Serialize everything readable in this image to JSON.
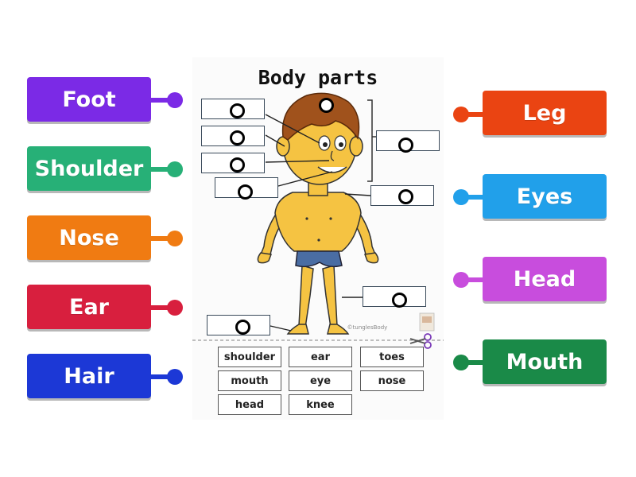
{
  "worksheet": {
    "title": "Body parts",
    "credit": "©tunglesBody",
    "words": [
      "shoulder",
      "ear",
      "toes",
      "mouth",
      "eye",
      "nose",
      "head",
      "knee"
    ]
  },
  "left_tiles": [
    {
      "label": "Foot",
      "color": "#7b2ae6"
    },
    {
      "label": "Shoulder",
      "color": "#27b077"
    },
    {
      "label": "Nose",
      "color": "#f07b12"
    },
    {
      "label": "Ear",
      "color": "#d81f3e"
    },
    {
      "label": "Hair",
      "color": "#1c38d6"
    }
  ],
  "right_tiles": [
    {
      "label": "Leg",
      "color": "#ea4412"
    },
    {
      "label": "Eyes",
      "color": "#21a0ea"
    },
    {
      "label": "Head",
      "color": "#c84ddd"
    },
    {
      "label": "Mouth",
      "color": "#1a8a48"
    }
  ],
  "icons": {
    "scissors": "scissors-icon",
    "connector": "connector-dot-icon",
    "target": "target-ring-icon"
  }
}
